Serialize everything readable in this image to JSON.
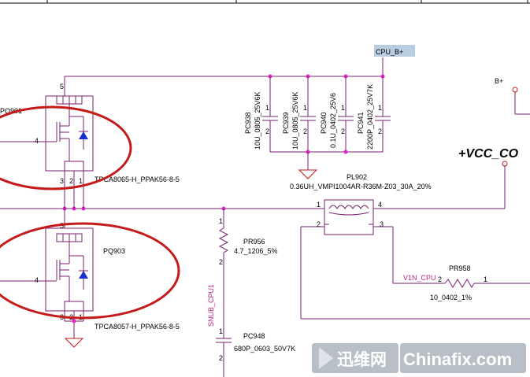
{
  "nets": {
    "cpu_b_plus": "CPU_B+",
    "b_plus": "B+",
    "vcc_core": "+VCC_CO",
    "v1n_cpu": "V1N_CPU",
    "snub_cpu1": "SNUB_CPU1"
  },
  "parts": {
    "pq901": {
      "ref": "PQ901",
      "value": "TPCA8065-H_PPAK56-8-5"
    },
    "pq903": {
      "ref": "PQ903",
      "value": "TPCA8057-H_PPAK56-8-5"
    },
    "pc938": {
      "ref": "PC938",
      "value": "10U_0805_25V6K"
    },
    "pc939": {
      "ref": "PC939",
      "value": "10U_0805_25V6K"
    },
    "pc940": {
      "ref": "PC940",
      "value": "0.1U_0402_25V6"
    },
    "pc941": {
      "ref": "PC941",
      "value": "2200P_0402_25V7K"
    },
    "pl902": {
      "ref": "PL902",
      "value": "0.36UH_VMPI1004AR-R36M-Z03_30A_20%"
    },
    "pr956": {
      "ref": "PR956",
      "value": "4.7_1206_5%"
    },
    "pr958": {
      "ref": "PR958",
      "value": "10_0402_1%"
    },
    "pc948": {
      "ref": "PC948",
      "value": "680P_0603_50V7K"
    }
  },
  "pins": {
    "p1": "1",
    "p2": "2",
    "p3": "3",
    "p4": "4",
    "p5": "5"
  },
  "watermark": {
    "cn": "迅维网",
    "en": "Chinafix.com"
  },
  "colors": {
    "wire": "#7a1f6e",
    "junction": "#e020c8",
    "highlight_ellipse": "#c41a1a",
    "net_label": "#c0208a",
    "mosfet_diode": "#1a2fd0"
  }
}
